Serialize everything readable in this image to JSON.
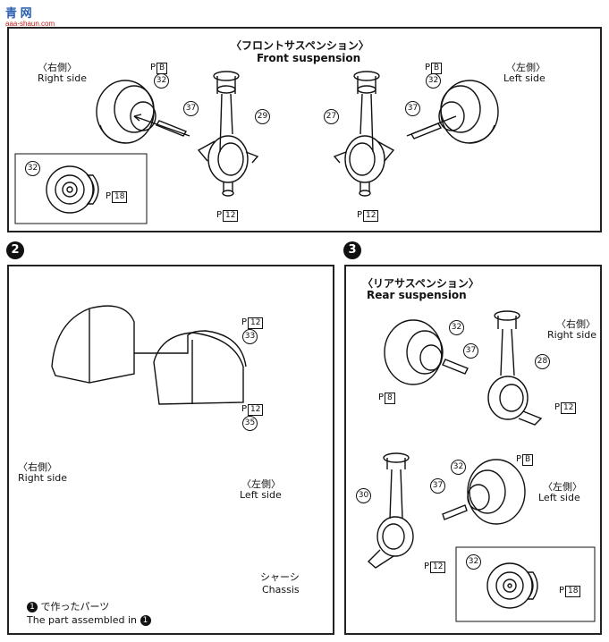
{
  "watermark": {
    "top": "青 网",
    "bottom": "aaa-shaun.com"
  },
  "front": {
    "title_jp": "〈フロントサスペンション〉",
    "title_en": "Front suspension",
    "right_jp": "〈右側〉",
    "right_en": "Right side",
    "left_jp": "〈左側〉",
    "left_en": "Left side",
    "parts": {
      "p32": "32",
      "p37": "37",
      "p29": "29",
      "p27": "27"
    },
    "prefix": "P",
    "ref_b": "B",
    "ref_12": "12",
    "ref_18": "18"
  },
  "step2": {
    "number": "2",
    "parts": {
      "p33": "33",
      "p35": "35"
    },
    "ref_12": "12",
    "right_jp": "〈右側〉",
    "right_en": "Right side",
    "left_jp": "〈左側〉",
    "left_en": "Left side",
    "chassis_jp": "シャーシ",
    "chassis_en": "Chassis",
    "note_jp": "で作ったパーツ",
    "note_en": "The part assembled in",
    "note_step": "1"
  },
  "step3": {
    "number": "3",
    "title_jp": "〈リアサスペンション〉",
    "title_en": "Rear suspension",
    "right_jp": "〈右側〉",
    "right_en": "Right side",
    "left_jp": "〈左側〉",
    "left_en": "Left side",
    "parts": {
      "p32": "32",
      "p37": "37",
      "p28": "28",
      "p30": "30"
    },
    "ref_8": "8",
    "ref_12": "12",
    "ref_b": "B",
    "ref_18": "18"
  }
}
